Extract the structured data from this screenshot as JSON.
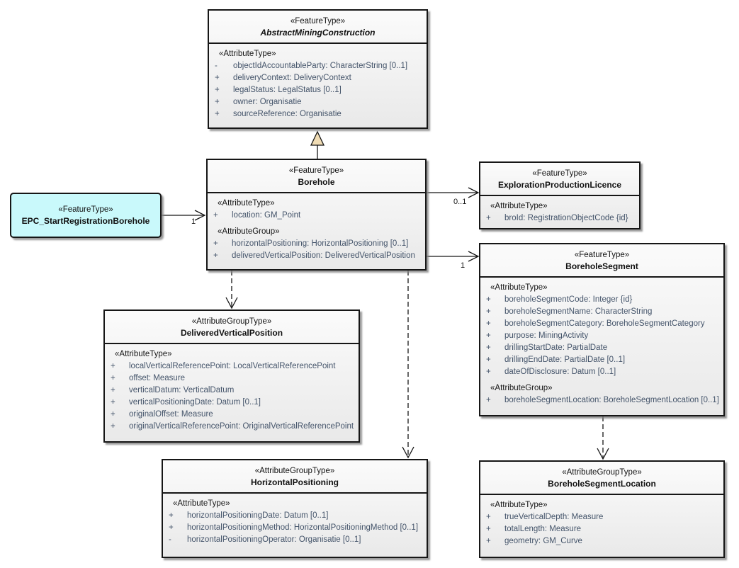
{
  "palette": {
    "class_fill_top": "#FBFBFB",
    "class_fill_bottom": "#E9E9E9",
    "epc_fill": "#C9F9FB",
    "generalization_triangle_fill": "#F0DCB4",
    "attribute_text": "#44546A",
    "line_color": "#161616"
  },
  "classes": [
    {
      "key": "abstract-mining-construction",
      "stereotype": "«FeatureType»",
      "name": "AbstractMiningConstruction",
      "sections": [
        {
          "heading": "«AttributeType»",
          "attrs": [
            {
              "vis": "-",
              "text": "objectIdAccountableParty: CharacterString [0..1]"
            },
            {
              "vis": "+",
              "text": "deliveryContext: DeliveryContext"
            },
            {
              "vis": "+",
              "text": "legalStatus: LegalStatus [0..1]"
            },
            {
              "vis": "+",
              "text": "owner: Organisatie"
            },
            {
              "vis": "+",
              "text": "sourceReference: Organisatie"
            }
          ]
        }
      ]
    },
    {
      "key": "borehole",
      "stereotype": "«FeatureType»",
      "name": "Borehole",
      "sections": [
        {
          "heading": "«AttributeType»",
          "attrs": [
            {
              "vis": "+",
              "text": "location: GM_Point"
            }
          ]
        },
        {
          "heading": "«AttributeGroup»",
          "attrs": [
            {
              "vis": "+",
              "text": "horizontalPositioning: HorizontalPositioning [0..1]"
            },
            {
              "vis": "+",
              "text": "deliveredVerticalPosition: DeliveredVerticalPosition"
            }
          ]
        }
      ]
    },
    {
      "key": "epc-start-registration-borehole",
      "stereotype": "«FeatureType»",
      "name": "EPC_StartRegistrationBorehole",
      "sections": []
    },
    {
      "key": "exploration-production-licence",
      "stereotype": "«FeatureType»",
      "name": "ExplorationProductionLicence",
      "sections": [
        {
          "heading": "«AttributeType»",
          "attrs": [
            {
              "vis": "+",
              "text": "broId: RegistrationObjectCode {id}"
            }
          ]
        }
      ]
    },
    {
      "key": "borehole-segment",
      "stereotype": "«FeatureType»",
      "name": "BoreholeSegment",
      "sections": [
        {
          "heading": "«AttributeType»",
          "attrs": [
            {
              "vis": "+",
              "text": "boreholeSegmentCode: Integer {id}"
            },
            {
              "vis": "+",
              "text": "boreholeSegmentName: CharacterString"
            },
            {
              "vis": "+",
              "text": "boreholeSegmentCategory: BoreholeSegmentCategory"
            },
            {
              "vis": "+",
              "text": "purpose: MiningActivity"
            },
            {
              "vis": "+",
              "text": "drillingStartDate: PartialDate"
            },
            {
              "vis": "+",
              "text": "drillingEndDate: PartialDate [0..1]"
            },
            {
              "vis": "+",
              "text": "dateOfDisclosure: Datum [0..1]"
            }
          ]
        },
        {
          "heading": "«AttributeGroup»",
          "attrs": [
            {
              "vis": "+",
              "text": "boreholeSegmentLocation: BoreholeSegmentLocation [0..1]"
            }
          ]
        }
      ]
    },
    {
      "key": "delivered-vertical-position",
      "stereotype": "«AttributeGroupType»",
      "name": "DeliveredVerticalPosition",
      "sections": [
        {
          "heading": "«AttributeType»",
          "attrs": [
            {
              "vis": "+",
              "text": "localVerticalReferencePoint: LocalVerticalReferencePoint"
            },
            {
              "vis": "+",
              "text": "offset: Measure"
            },
            {
              "vis": "+",
              "text": "verticalDatum: VerticalDatum"
            },
            {
              "vis": "+",
              "text": "verticalPositioningDate: Datum [0..1]"
            },
            {
              "vis": "+",
              "text": "originalOffset: Measure"
            },
            {
              "vis": "+",
              "text": "originalVerticalReferencePoint: OriginalVerticalReferencePoint"
            }
          ]
        }
      ]
    },
    {
      "key": "horizontal-positioning",
      "stereotype": "«AttributeGroupType»",
      "name": "HorizontalPositioning",
      "sections": [
        {
          "heading": "«AttributeType»",
          "attrs": [
            {
              "vis": "+",
              "text": "horizontalPositioningDate: Datum [0..1]"
            },
            {
              "vis": "+",
              "text": "horizontalPositioningMethod: HorizontalPositioningMethod [0..1]"
            },
            {
              "vis": "-",
              "text": "horizontalPositioningOperator: Organisatie [0..1]"
            }
          ]
        }
      ]
    },
    {
      "key": "borehole-segment-location",
      "stereotype": "«AttributeGroupType»",
      "name": "BoreholeSegmentLocation",
      "sections": [
        {
          "heading": "«AttributeType»",
          "attrs": [
            {
              "vis": "+",
              "text": "trueVerticalDepth: Measure"
            },
            {
              "vis": "+",
              "text": "totalLength: Measure"
            },
            {
              "vis": "+",
              "text": "geometry: GM_Curve"
            }
          ]
        }
      ]
    }
  ],
  "connectors": {
    "epc_to_borehole": {
      "multiplicity": "1"
    },
    "borehole_to_licence": {
      "multiplicity": "0..1"
    },
    "borehole_to_segment": {
      "multiplicity": "1"
    }
  }
}
